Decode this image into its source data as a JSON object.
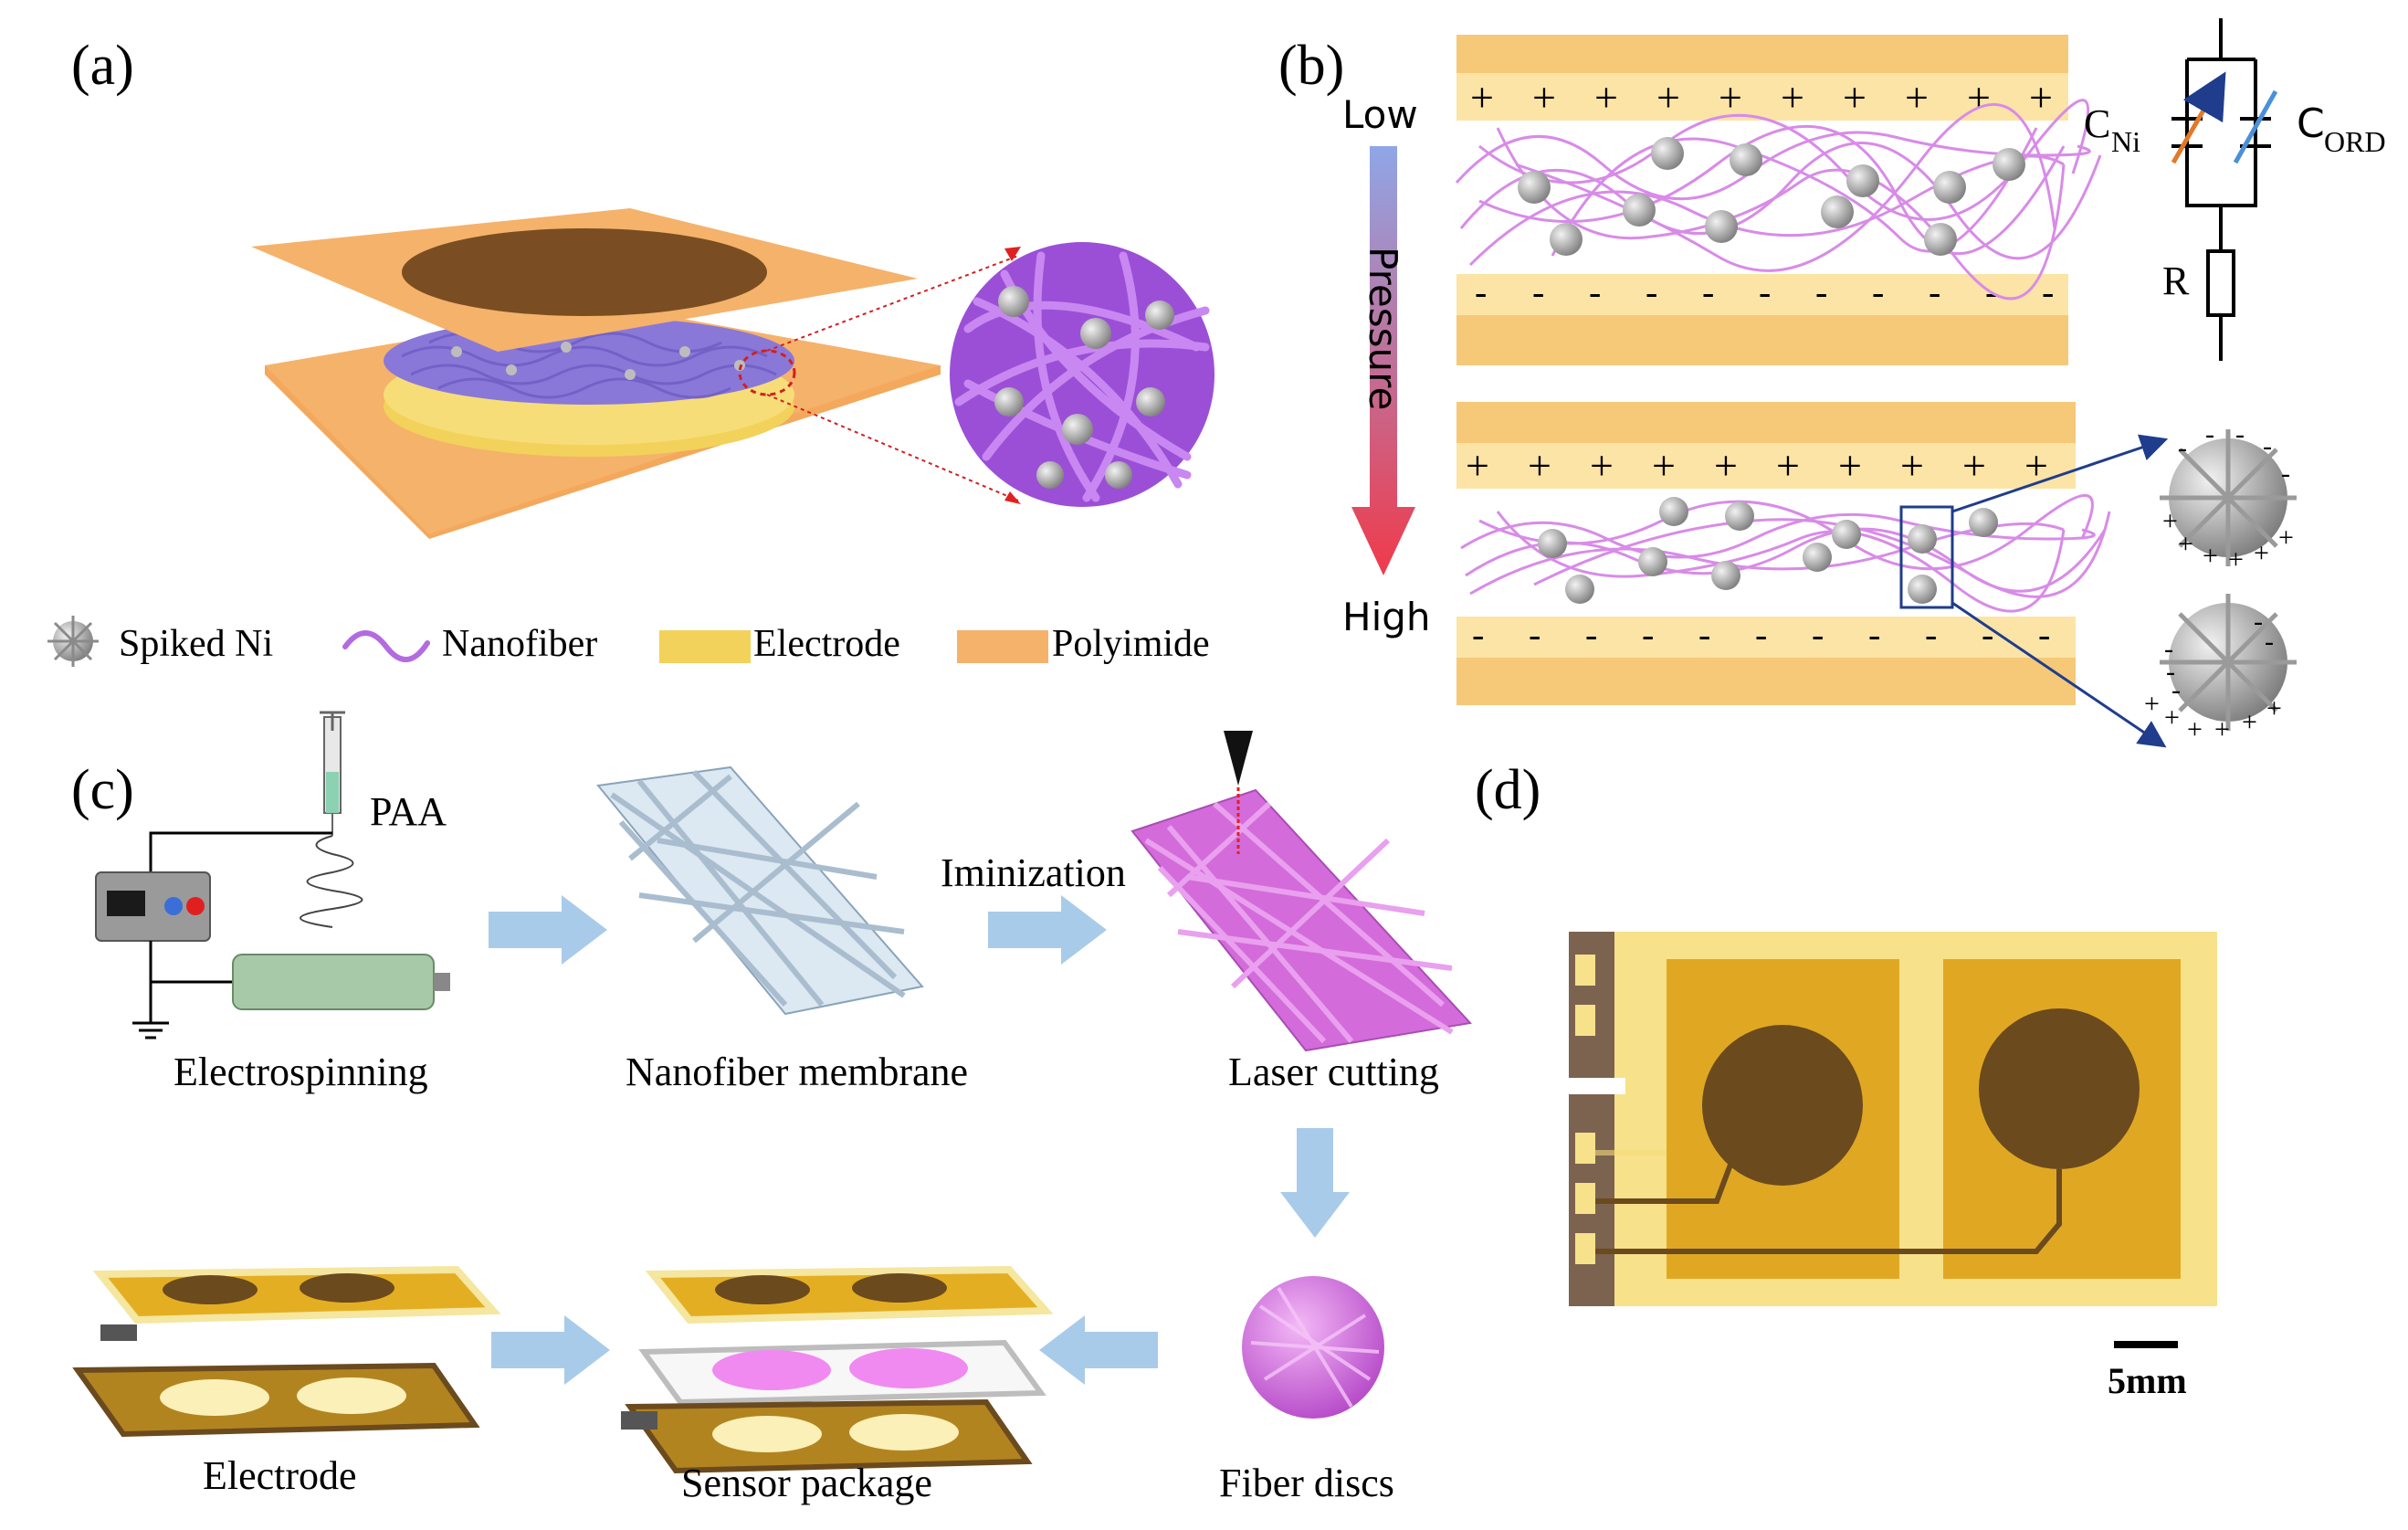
{
  "panels": {
    "a": {
      "label": "(a)",
      "legend": [
        "Spiked Ni",
        "Nanofiber",
        "Electrode",
        "Polyimide"
      ]
    },
    "b": {
      "label": "(b)",
      "low": "Low",
      "high": "High",
      "pressure": "Pressure",
      "plus": "+",
      "minus": "-",
      "c_ni": "C",
      "c_ni_sub": "Ni",
      "c_ord": "C",
      "c_ord_sub": "ORD",
      "r": "R"
    },
    "c": {
      "label": "(c)",
      "paa": "PAA",
      "electrospinning": "Electrospinning",
      "membrane": "Nanofiber membrane",
      "iminization": "Iminization",
      "laser": "Laser cutting",
      "discs": "Fiber discs",
      "package": "Sensor package",
      "electrode": "Electrode"
    },
    "d": {
      "label": "(d)",
      "scale": "5mm"
    }
  },
  "colors": {
    "polyimide": "#F5B26B",
    "electrode": "#F2D25A",
    "nanofiber": "#B36BE0",
    "spiked_ni": "#9A9A9A",
    "arrow": "#A9CBEA",
    "gold": "#E4AE22",
    "dark": "#6B4A1E",
    "pink": "#E07FE6"
  }
}
